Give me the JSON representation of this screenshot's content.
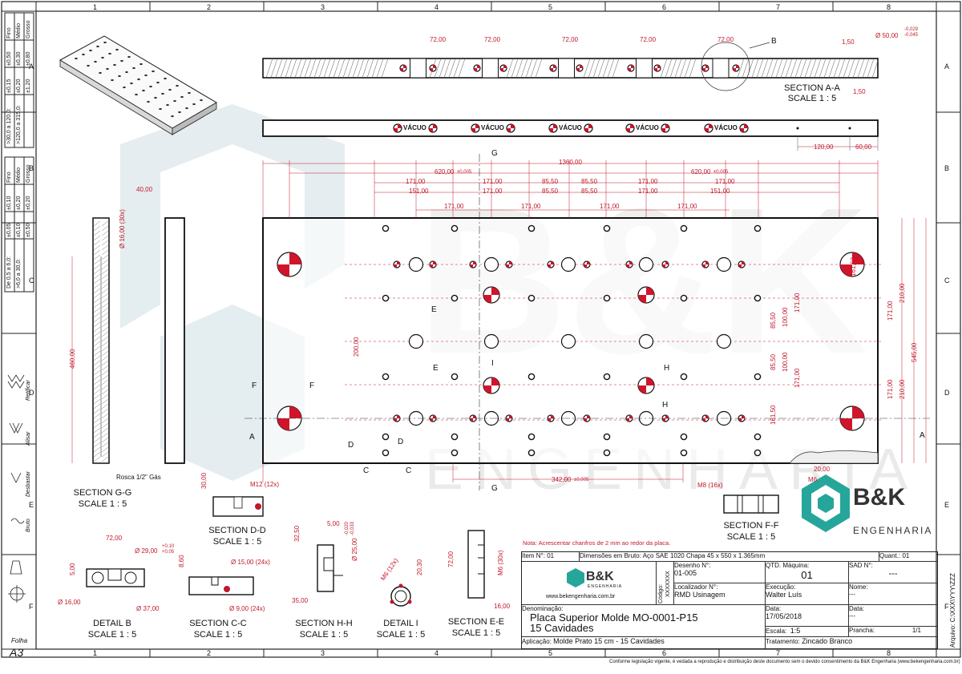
{
  "zones": {
    "columns": [
      "1",
      "2",
      "3",
      "4",
      "5",
      "6",
      "7",
      "8"
    ],
    "rows": [
      "A",
      "B",
      "C",
      "D",
      "E",
      "F"
    ]
  },
  "tolerance_table": {
    "header": [
      "Fino",
      "Médio",
      "Grosso"
    ],
    "block1": {
      "ranges": [
        ">30,0 a 120,0:",
        ">120,0 a 315,0:"
      ],
      "fino": [
        "±0,15",
        "±0,20"
      ],
      "medio": [
        "±0,30",
        "±0,50"
      ],
      "grosso": [
        "±0,80",
        "±1,20"
      ]
    },
    "block2": {
      "ranges": [
        "De 0,5 a 6,0:",
        ">6,0 a 30,0:"
      ],
      "fino": [
        "±0,05",
        "±0,10"
      ],
      "medio": [
        "±0,10",
        "±0,20"
      ],
      "grosso": [
        "±0,20",
        "±0,50"
      ]
    }
  },
  "surface_symbols": [
    "Retificar",
    "Alisar",
    "Desbastar",
    "Bruto"
  ],
  "folha_label": "Folha",
  "folha_value": "A3",
  "section_aa": {
    "title": "SECTION A-A",
    "scale": "SCALE 1 : 5",
    "dims": [
      "72,00",
      "72,00",
      "72,00",
      "72,00",
      "72,00"
    ],
    "dia": "Ø 50,00",
    "tol_up": "-0,029",
    "tol_dn": "-0,045",
    "d150a": "1,50",
    "d150b": "1,50",
    "label_b": "B"
  },
  "vacuo_label": "VÁCUO",
  "side_dims": {
    "d120": "120,00",
    "d60": "60,00"
  },
  "main_view": {
    "overall": "1360,00",
    "d620_l": "620,00",
    "d620_r": "620,00",
    "tol005": "±0,005",
    "row171": [
      "171,00",
      "171,00",
      "85,50",
      "85,50",
      "171,00",
      "171,00"
    ],
    "row151": [
      "151,00",
      "171,00",
      "85,50",
      "85,50",
      "171,00",
      "151,00"
    ],
    "row171b": [
      "171,00",
      "171,00",
      "171,00",
      "171,00"
    ],
    "bottom": "342,00",
    "left_v": "200,00",
    "right_v": [
      "161,50",
      "85,50",
      "100,00",
      "171,00",
      "85,50",
      "100,00",
      "171,00",
      "161,50"
    ],
    "right_big": [
      "171,00",
      "210,00",
      "545,00",
      "171,00",
      "210,00"
    ],
    "cuts": [
      "G",
      "G",
      "E",
      "E",
      "F",
      "F",
      "H",
      "H",
      "I",
      "A",
      "A",
      "D",
      "D",
      "C",
      "C"
    ]
  },
  "section_gg": {
    "title": "SECTION G-G",
    "scale": "SCALE 1 : 5",
    "d40": "40,00",
    "d460": "460,00",
    "dia": "Ø 16,00 (30x)",
    "note": "Rosca 1/2\" Gás"
  },
  "section_dd": {
    "title": "SECTION D-D",
    "scale": "SCALE 1 : 5",
    "d30": "30,00",
    "thread": "M12 (12x)"
  },
  "section_ff": {
    "title": "SECTION F-F",
    "scale": "SCALE 1 : 5",
    "thread": "M8 (16x)",
    "dim": "20,00",
    "m6": "M6"
  },
  "detail_b": {
    "title": "DETAIL B",
    "scale": "SCALE 1 : 5",
    "d72": "72,00",
    "d5": "5,00",
    "dia29": "Ø 29,00",
    "tol_up": "+0,10",
    "tol_dn": "+0,05",
    "dia16": "Ø 16,00",
    "dia37": "Ø 37,00"
  },
  "section_cc": {
    "title": "SECTION C-C",
    "scale": "SCALE 1 : 5",
    "d860": "8,60",
    "dia15": "Ø 15,00 (24x)",
    "dia9": "Ø 9,00 (24x)"
  },
  "section_hh": {
    "title": "SECTION H-H",
    "scale": "SCALE 1 : 5",
    "d3250": "32,50",
    "d5": "5,00",
    "d35": "35,00",
    "dia25": "Ø 25,00",
    "tol_up": "-0,020",
    "tol_dn": "-0,033"
  },
  "detail_i": {
    "title": "DETAIL I",
    "scale": "SCALE 1 : 5",
    "thread": "M6 (12x)"
  },
  "section_ee": {
    "title": "SECTION E-E",
    "scale": "SCALE 1 : 5",
    "d72": "72,00",
    "d2030": "20,30",
    "d16": "16,00",
    "thread": "M6 (30x)"
  },
  "note": "Nota: Acrescentar chanfros de 2 mm ao redor da placa.",
  "title_block": {
    "item_label": "Item N°:",
    "item_value": "01",
    "dims_label": "Dimensões em Bruto:",
    "dims_value": "Aço SAE 1020 Chapa 45 x 550 x 1.365mm",
    "quant_label": "Quant.:",
    "quant_value": "01",
    "logo_text": "B&K",
    "logo_sub": "ENGENHARIA",
    "website": "www.bekengenharia.com.br",
    "codigo_label": "Código:",
    "codigo_value": "XXXXXXX",
    "desenho_label": "Desenho N°:",
    "desenho_value": "01-005",
    "localizador_label": "Localizador N°:",
    "localizador_value": "RMD Usinagem",
    "qtd_label": "QTD. Máquina:",
    "qtd_value": "01",
    "sad_label": "SAD N°:",
    "sad_value": "---",
    "execucao_label": "Execução:",
    "execucao_value": "Walter Luís",
    "nome_label": "Nome:",
    "nome_value": "---",
    "data_label": "Data:",
    "data_value": "17/05/2018",
    "data2_label": "Data:",
    "data2_value": "---",
    "escala_label": "Escala:",
    "escala_value": "1:5",
    "prancha_label": "Prancha:",
    "prancha_value": "1/1",
    "denominacao_label": "Denominação:",
    "denominacao_line1": "Placa Superior Molde MO-0001-P15",
    "denominacao_line2": "15 Cavidades",
    "aplicacao_label": "Aplicação:",
    "aplicacao_value": "Molde Prato 15 cm - 15 Cavidades",
    "tratamento_label": "Tratamento:",
    "tratamento_value": "Zincado Branco",
    "arquivo": "Arquivo: C:\\XXX\\YYY\\ZZZ"
  },
  "watermark": {
    "big": "B&K",
    "word": "ENGENHARIA"
  },
  "brand_logo": {
    "name": "B&K",
    "sub": "ENGENHARIA"
  },
  "footer": "Conforme legislação vigente, é vedada a reprodução e distribuição deste documento sem o devido consentimento da B&K Engenharia (www.bekengenharia.com.br)"
}
